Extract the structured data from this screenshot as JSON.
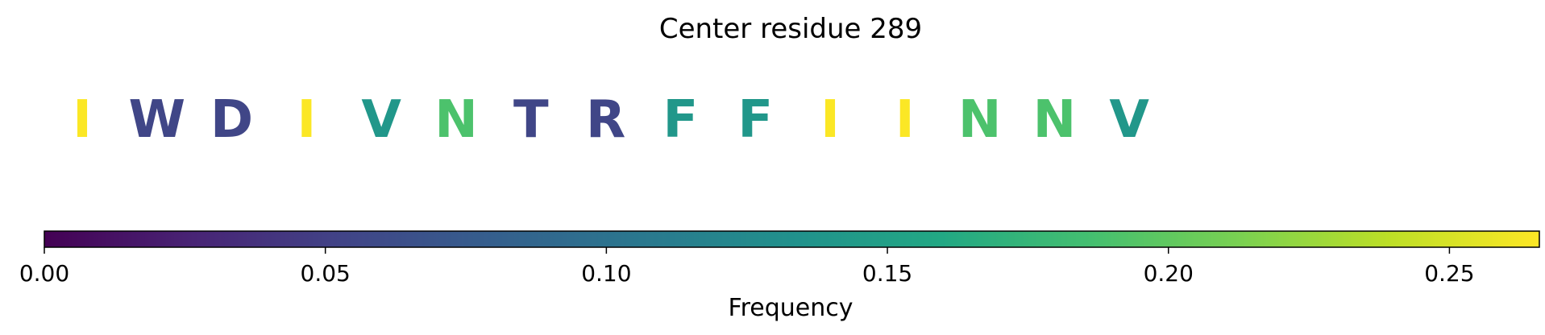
{
  "chart_data": {
    "type": "sequence-logo",
    "title": "Center residue 289",
    "residues": [
      {
        "letter": "I",
        "frequency": 0.265
      },
      {
        "letter": "W",
        "frequency": 0.055
      },
      {
        "letter": "D",
        "frequency": 0.055
      },
      {
        "letter": "I",
        "frequency": 0.265
      },
      {
        "letter": "V",
        "frequency": 0.14
      },
      {
        "letter": "N",
        "frequency": 0.19
      },
      {
        "letter": "T",
        "frequency": 0.055
      },
      {
        "letter": "R",
        "frequency": 0.055
      },
      {
        "letter": "F",
        "frequency": 0.14
      },
      {
        "letter": "F",
        "frequency": 0.14
      },
      {
        "letter": "I",
        "frequency": 0.265
      },
      {
        "letter": "I",
        "frequency": 0.265
      },
      {
        "letter": "N",
        "frequency": 0.19
      },
      {
        "letter": "N",
        "frequency": 0.19
      },
      {
        "letter": "V",
        "frequency": 0.14
      }
    ],
    "colorbar": {
      "label": "Frequency",
      "colormap": "viridis",
      "range": [
        0.0,
        0.266
      ],
      "ticks": [
        0.0,
        0.05,
        0.1,
        0.15,
        0.2,
        0.25
      ],
      "tick_labels": [
        "0.00",
        "0.05",
        "0.10",
        "0.15",
        "0.20",
        "0.25"
      ]
    }
  }
}
